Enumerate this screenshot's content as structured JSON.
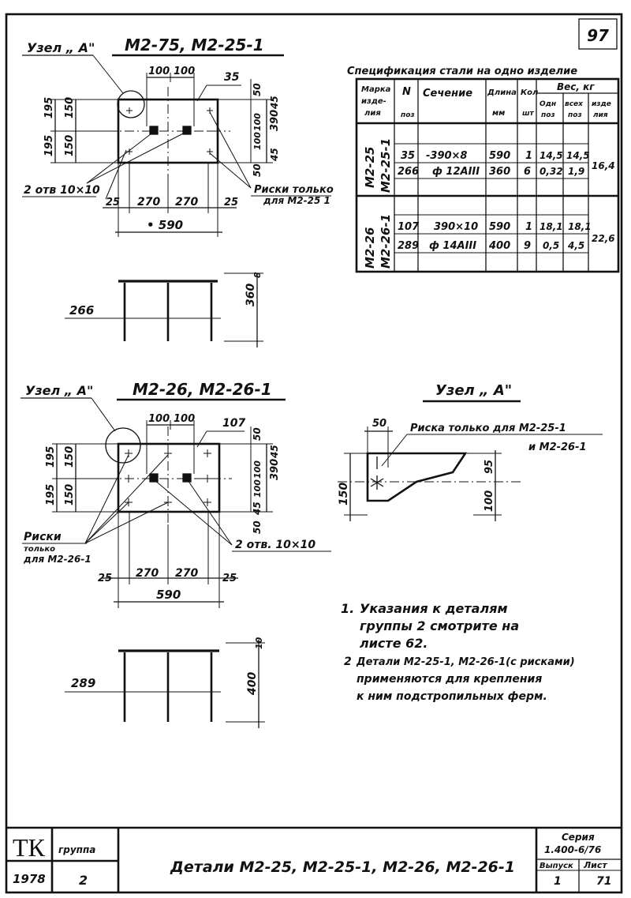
{
  "sheet": {
    "number": "97"
  },
  "top_drawing": {
    "node_label": "Узел „ А\"",
    "title": "М2-75, М2-25-1",
    "dims_top": [
      "100",
      "100"
    ],
    "item_35": "35",
    "dims_left": [
      "195",
      "195",
      "150",
      "150"
    ],
    "dims_right": [
      "50",
      "100",
      "100",
      "390",
      "45",
      "45",
      "50"
    ],
    "holes_label": "2 отв 10×10",
    "risks_label_1": "Риски только",
    "risks_label_2": "для М2-25 1",
    "dims_bottom": [
      "25",
      "270",
      "270",
      "25"
    ],
    "total_width": "• 590",
    "bar_item": "266",
    "bar_height": "360",
    "plate_thick": "8"
  },
  "spec_table": {
    "title": "Спецификация стали на одно изделие",
    "headers": {
      "mark": [
        "Марка",
        "изде-",
        "лия"
      ],
      "pos": [
        "N",
        "поз"
      ],
      "section": "Сечение",
      "length": [
        "Длина",
        "мм"
      ],
      "qty": [
        "Кол",
        "шт"
      ],
      "weight": "Вес, кг",
      "w_one": [
        "Одн",
        "поз"
      ],
      "w_all": [
        "всех",
        "поз"
      ],
      "w_item": [
        "изде",
        "лия"
      ]
    },
    "groups": [
      {
        "marks": [
          "М2-25",
          "М2-25-1"
        ],
        "rows": [
          {
            "pos": "35",
            "section": "-390×8",
            "length": "590",
            "qty": "1",
            "w_one": "14,5",
            "w_all": "14,5"
          },
          {
            "pos": "266",
            "section": "ф 12АIII",
            "length": "360",
            "qty": "6",
            "w_one": "0,32",
            "w_all": "1,9"
          }
        ],
        "total": "16,4"
      },
      {
        "marks": [
          "М2-26",
          "М2-26-1"
        ],
        "rows": [
          {
            "pos": "107",
            "section": "390×10",
            "length": "590",
            "qty": "1",
            "w_one": "18,1",
            "w_all": "18,1"
          },
          {
            "pos": "289",
            "section": "ф 14АIII",
            "length": "400",
            "qty": "9",
            "w_one": "0,5",
            "w_all": "4,5"
          }
        ],
        "total": "22,6"
      }
    ]
  },
  "bottom_drawing": {
    "node_label": "Узел „ А\"",
    "title": "М2-26, М2-26-1",
    "dims_top": [
      "100",
      "100"
    ],
    "item_107": "107",
    "dims_left": [
      "195",
      "195",
      "150",
      "150"
    ],
    "dims_right": [
      "50",
      "100",
      "100",
      "390",
      "45",
      "45",
      "50"
    ],
    "risks_label": [
      "Риски",
      "только",
      "для М2-26-1"
    ],
    "holes_label": "2 отв. 10×10",
    "dims_bottom": [
      "25",
      "270",
      "270",
      "25"
    ],
    "total_width": "590",
    "bar_item": "289",
    "bar_height": "400",
    "plate_thick": "10"
  },
  "node_detail": {
    "title": "Узел „ А\"",
    "dim_50": "50",
    "risk_note_1": "Риска только для М2-25-1",
    "risk_note_2": "и М2-26-1",
    "dim_150": "150",
    "dim_95": "95",
    "dim_100": "100"
  },
  "notes": [
    {
      "num": "1.",
      "lines": [
        "Указания к деталям",
        "группы 2 смотрите на",
        "листе 62."
      ]
    },
    {
      "num": "2",
      "lines": [
        "Детали М2-25-1, М2-26-1(с рисками)",
        "применяются для крепления",
        "к ним подстропильных ферм."
      ]
    }
  ],
  "title_block": {
    "logo": "ТК",
    "group_label": "группа",
    "year": "1978",
    "group_num": "2",
    "title": "Детали М2-25, М2-25-1, М2-26, М2-26-1",
    "series_label": "Серия",
    "series_value": "1.400-6/76",
    "issue_label": "Выпуск",
    "issue_value": "1",
    "sheet_label": "Лист",
    "sheet_value": "71"
  }
}
